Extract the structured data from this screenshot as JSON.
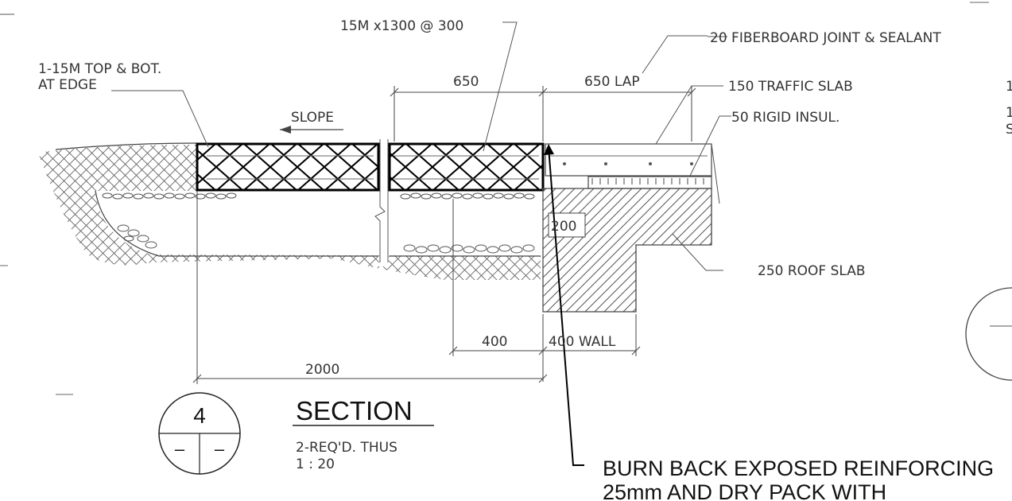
{
  "labels": {
    "rebar_spacing": "15M x1300 @ 300",
    "joint": "20 FIBERBOARD JOINT & SEALANT",
    "edge_bars_line1": "1-15M TOP & BOT.",
    "edge_bars_line2": "AT EDGE",
    "slope": "SLOPE",
    "traffic_slab": "150 TRAFFIC SLAB",
    "insulation": "50 RIGID INSUL.",
    "roof_slab": "250 ROOF SLAB",
    "burn_back_line1": "BURN  BACK  EXPOSED  REINFORCING",
    "burn_back_line2": "25mm  AND  DRY  PACK  WITH",
    "right_edge_1": "1",
    "right_edge_2": "1",
    "right_edge_3": "S"
  },
  "dimensions": {
    "d650": "650",
    "d650_lap": "650 LAP",
    "d200": "200",
    "d400": "400",
    "d400_wall": "400 WALL",
    "d2000": "2000"
  },
  "title_block": {
    "number": "4",
    "sheet_left": "–",
    "sheet_right": "–",
    "title": "SECTION",
    "note": "2-REQ'D. THUS",
    "scale": "1 : 20"
  },
  "colors": {
    "line": "#444444",
    "heavy": "#000000",
    "text": "#333333"
  }
}
